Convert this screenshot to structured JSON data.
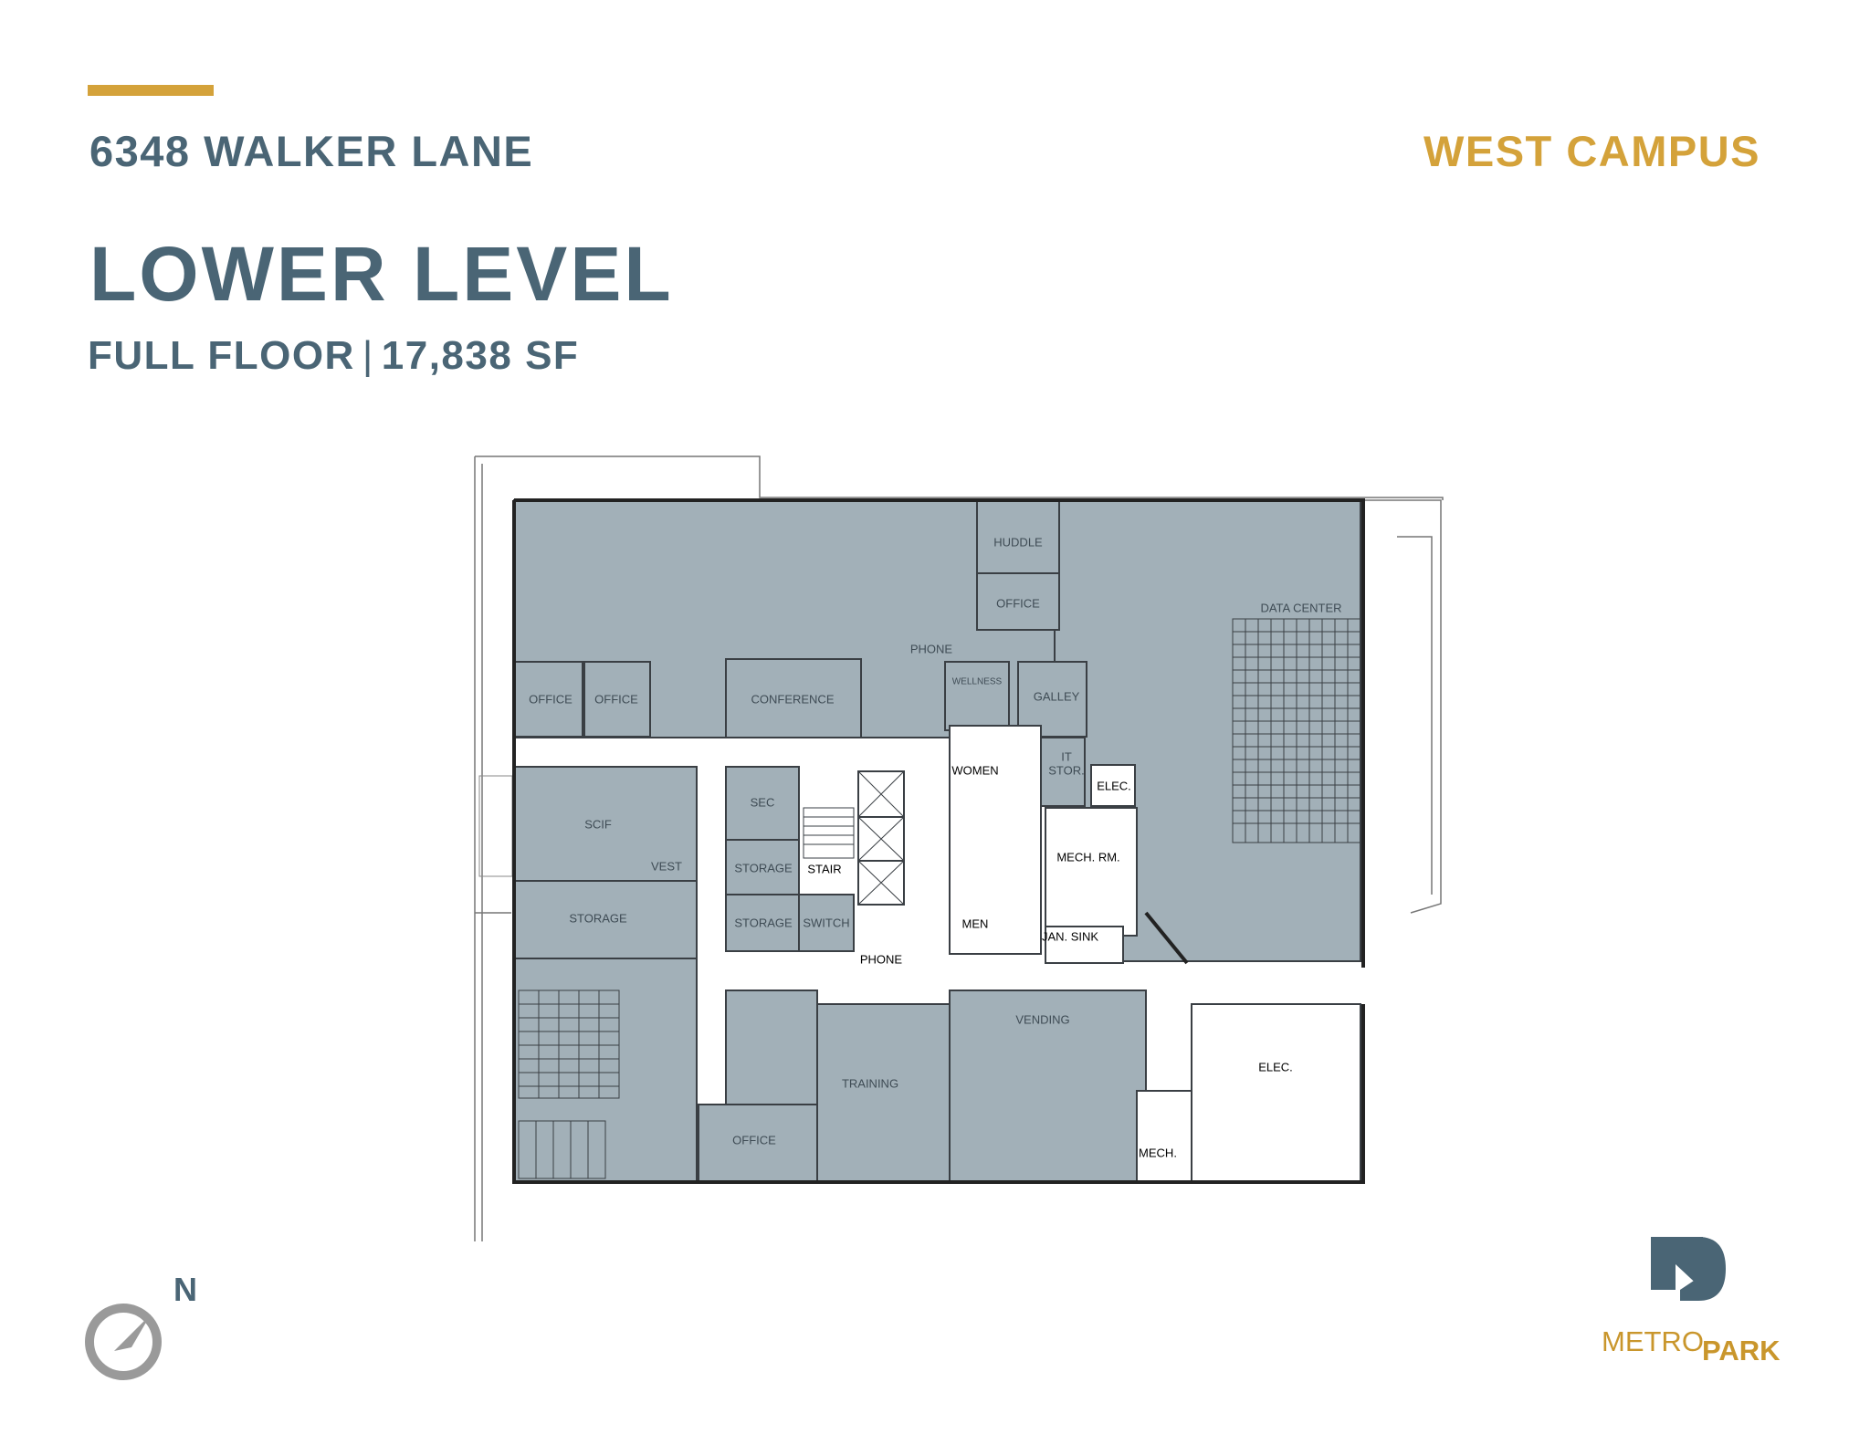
{
  "header": {
    "address": "6348 WALKER LANE",
    "campus": "WEST CAMPUS",
    "level": "LOWER LEVEL",
    "floor_type": "FULL FLOOR",
    "separator": "|",
    "area": "17,838 SF"
  },
  "rooms": {
    "huddle": "HUDDLE",
    "office_north": "OFFICE",
    "phone_north": "PHONE",
    "data_center": "DATA CENTER",
    "wellness": "WELLNESS",
    "galley": "GALLEY",
    "office_1": "OFFICE",
    "office_2": "OFFICE",
    "conference": "CONFERENCE",
    "women": "WOMEN",
    "it_stor": [
      "IT",
      "STOR."
    ],
    "elec_small": "ELEC.",
    "scif": "SCIF",
    "sec": "SEC",
    "vest": "VEST",
    "storage_1": "STORAGE",
    "stair": "STAIR",
    "mech_rm": "MECH. RM.",
    "storage_big": "STORAGE",
    "storage_2": "STORAGE",
    "switch": "SWITCH",
    "men": "MEN",
    "jan_sink": "JAN. SINK",
    "phone_south": "PHONE",
    "vending": "VENDING",
    "elec_large": "ELEC.",
    "training": "TRAINING",
    "office_south": "OFFICE",
    "mech": "MECH."
  },
  "compass": {
    "label": "N"
  },
  "logo": {
    "text_1": "METRO",
    "text_2": "PARK"
  },
  "colors": {
    "accent": "#d4a23a",
    "slate": "#4a6575",
    "room_fill": "#a2b0b8",
    "wall": "#3a3f44",
    "gold_text": "#c9962c"
  }
}
